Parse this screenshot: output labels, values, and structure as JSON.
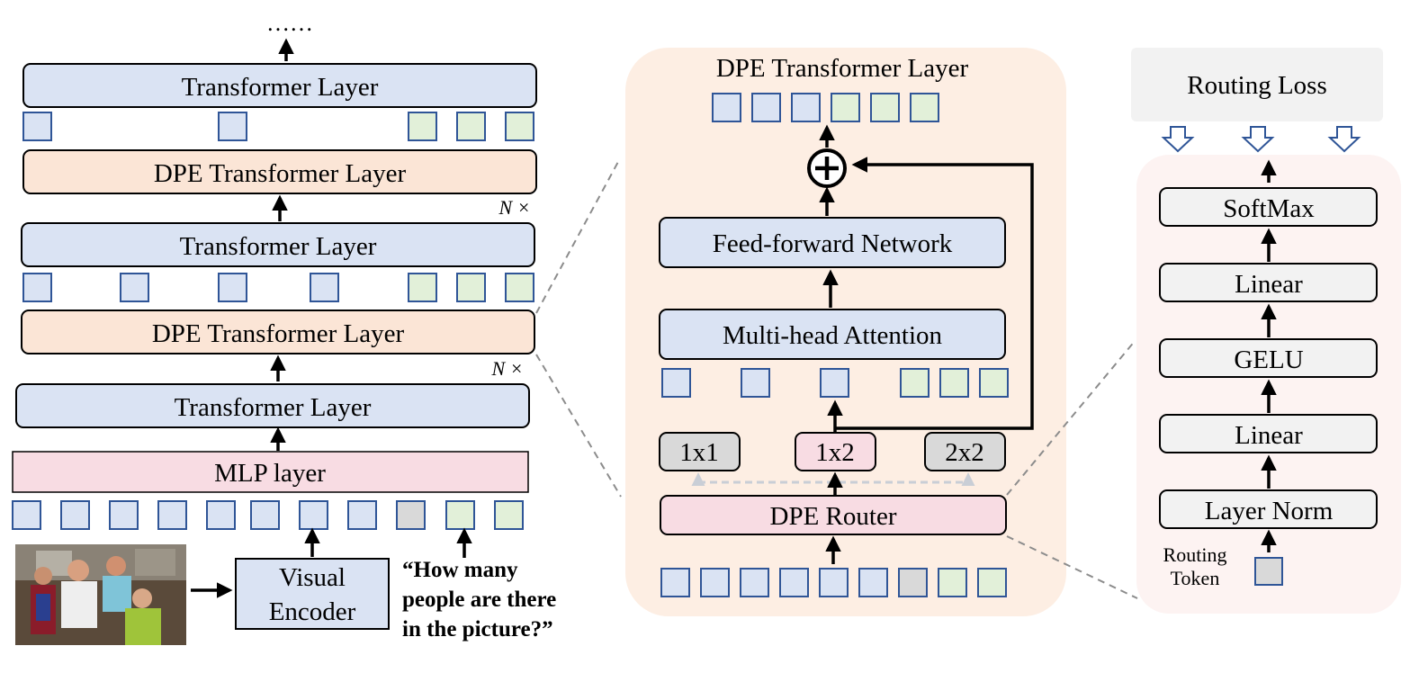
{
  "colors": {
    "blue_box": "#dae3f3",
    "orange_box": "#fbe5d6",
    "pink_box": "#f8dce3",
    "gray_box": "#f2f2f2",
    "token_blue": "#dae3f3",
    "token_green": "#e2f0d9",
    "token_gray": "#d9d9d9",
    "token_border": "#2f5597",
    "panel_orange": "#fdeee3",
    "panel_pink": "#fdf3f2",
    "loss_bg": "#f2f2f2"
  },
  "left": {
    "ellipsis": "……",
    "layers": [
      "Transformer Layer",
      "DPE Transformer Layer",
      "Transformer Layer",
      "DPE Transformer Layer",
      "Transformer Layer"
    ],
    "repeat_label": "N ×",
    "mlp": "MLP layer",
    "encoder_line1": "Visual",
    "encoder_line2": "Encoder",
    "question_line1": "“How many",
    "question_line2": "people are there",
    "question_line3": "in the picture?”",
    "token_rows": [
      [
        "blue",
        "blue",
        "green",
        "green",
        "green"
      ],
      [
        "blue",
        "blue",
        "blue",
        "blue",
        "green",
        "green",
        "green"
      ],
      [
        "blue",
        "blue",
        "blue",
        "blue",
        "blue",
        "blue",
        "blue",
        "blue",
        "gray",
        "green",
        "green"
      ]
    ]
  },
  "middle": {
    "title": "DPE Transformer Layer",
    "ffn": "Feed-forward Network",
    "attention": "Multi-head Attention",
    "router": "DPE Router",
    "patch_options": [
      "1x1",
      "1x2",
      "2x2"
    ],
    "selected_option": "1x2",
    "top_tokens": [
      "blue",
      "blue",
      "blue",
      "green",
      "green",
      "green"
    ],
    "mid_tokens": [
      "blue",
      "blue",
      "blue",
      "green",
      "green",
      "green"
    ],
    "bottom_tokens": [
      "blue",
      "blue",
      "blue",
      "blue",
      "blue",
      "blue",
      "gray",
      "green",
      "green"
    ]
  },
  "right": {
    "loss": "Routing Loss",
    "stack": [
      "SoftMax",
      "Linear",
      "GELU",
      "Linear",
      "Layer Norm"
    ],
    "token_label_line1": "Routing",
    "token_label_line2": "Token"
  }
}
